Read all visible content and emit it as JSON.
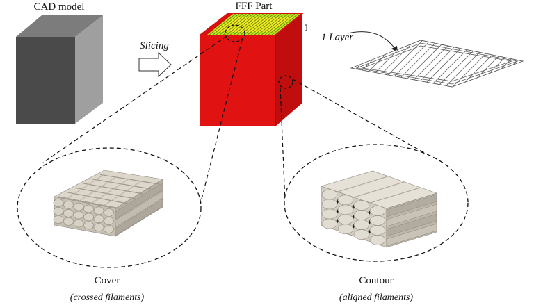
{
  "labels": {
    "cad_model": "CAD model",
    "fff_part": "FFF Part",
    "slicing": "Slicing",
    "one_layer": "1 Layer",
    "cover": "Cover",
    "cover_sub": "(crossed filaments)",
    "contour": "Contour",
    "contour_sub": "(aligned filaments)"
  },
  "colors": {
    "cube_front": "#4a4a4a",
    "cube_side": "#9a9a9a",
    "cube_top": "#7c7c7c",
    "fff_red": "#e01010",
    "fff_red_dark": "#b80a0a",
    "fff_top_green": "#b8ea1c",
    "fff_top_hatch": "#c9cc00",
    "filament": "#d8d2c6",
    "filament_shade": "#a8a196"
  }
}
